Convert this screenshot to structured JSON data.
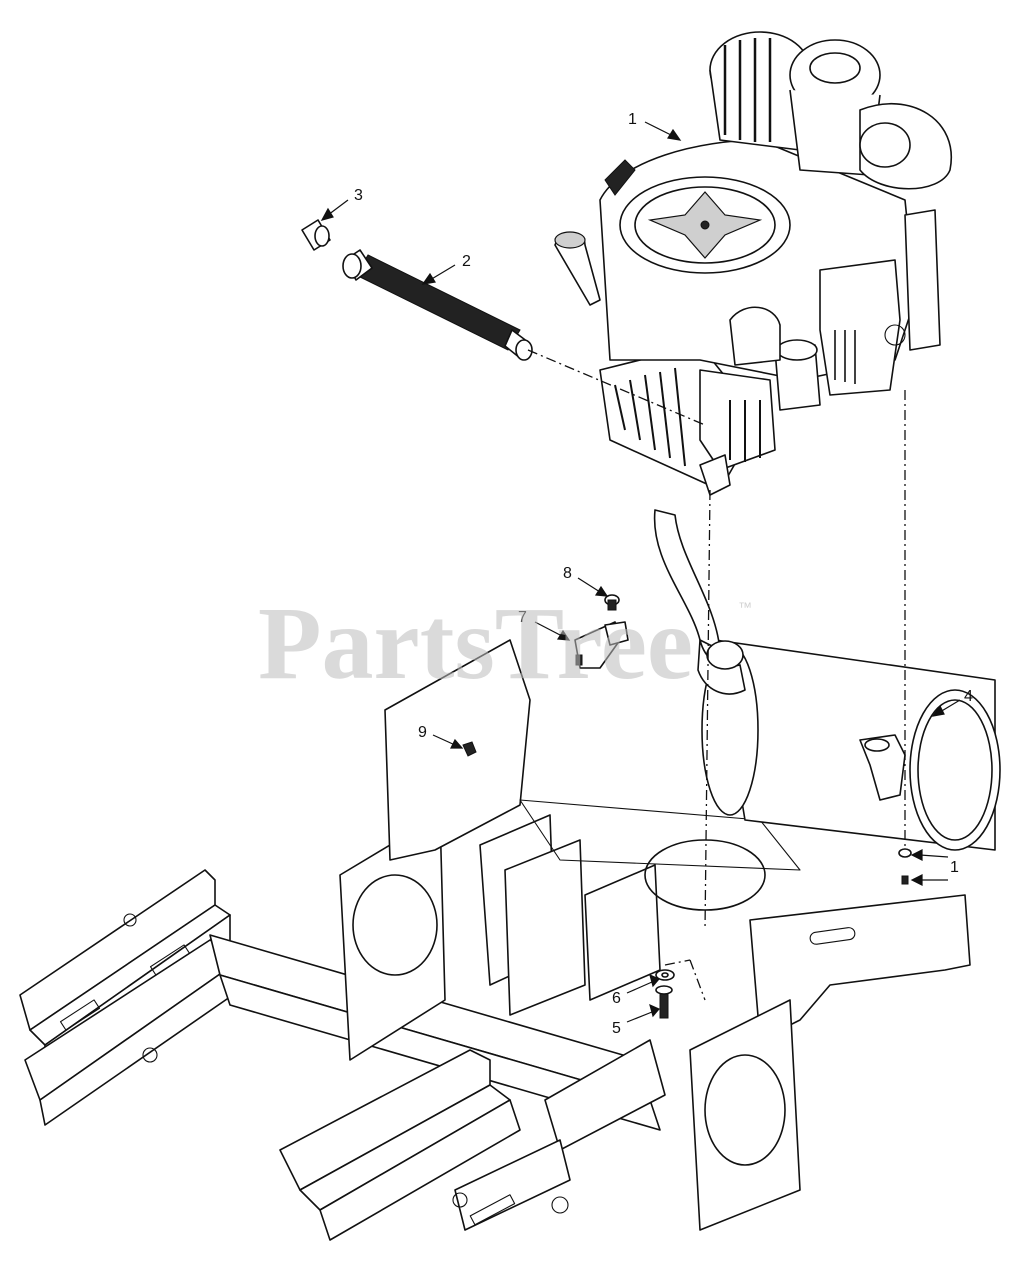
{
  "watermark": {
    "text": "PartsTree",
    "trademark": "™"
  },
  "callouts": [
    {
      "id": "c1a",
      "label": "1",
      "part": "engine"
    },
    {
      "id": "c2",
      "label": "2",
      "part": "oil-drain-hose"
    },
    {
      "id": "c3",
      "label": "3",
      "part": "hose-cap"
    },
    {
      "id": "c4",
      "label": "4",
      "part": "muffler"
    },
    {
      "id": "c1b",
      "label": "1",
      "part": "muffler-nut"
    },
    {
      "id": "c5",
      "label": "5",
      "part": "engine-bolt"
    },
    {
      "id": "c6",
      "label": "6",
      "part": "washer"
    },
    {
      "id": "c7",
      "label": "7",
      "part": "hose-bracket"
    },
    {
      "id": "c8",
      "label": "8",
      "part": "bracket-screw"
    },
    {
      "id": "c9",
      "label": "9",
      "part": "frame-nut"
    }
  ]
}
